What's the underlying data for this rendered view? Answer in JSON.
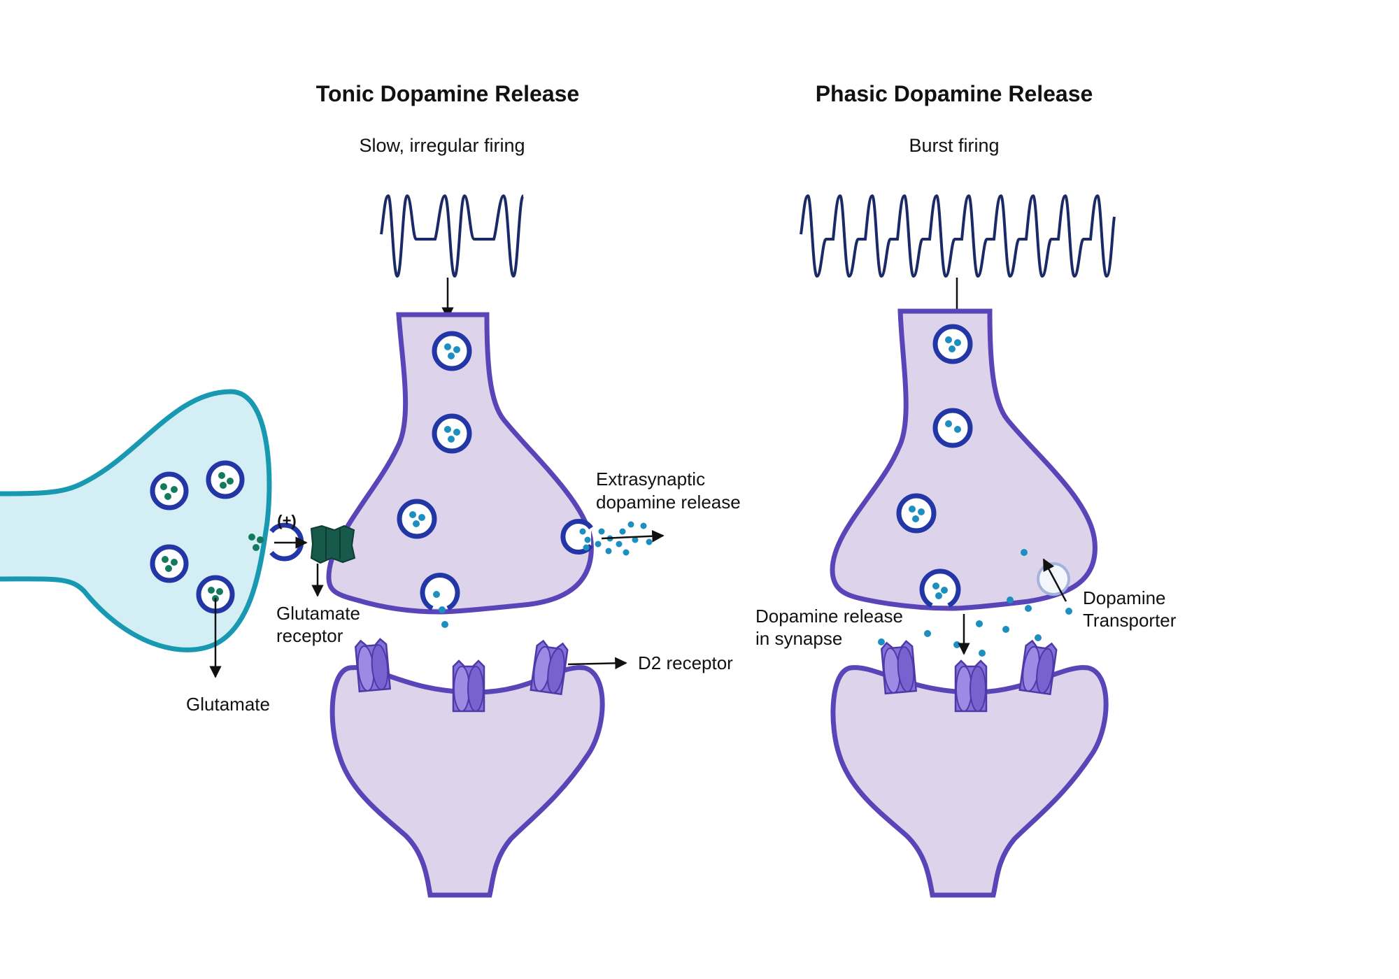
{
  "tonic": {
    "title": "Tonic Dopamine Release",
    "subtitle": "Slow, irregular firing",
    "extrasynaptic_line1": "Extrasynaptic",
    "extrasynaptic_line2": "dopamine release",
    "glutamate_receptor_line1": "Glutamate",
    "glutamate_receptor_line2": "receptor",
    "glutamate": "Glutamate",
    "plus": "(+)",
    "d2_receptor": "D2 receptor"
  },
  "phasic": {
    "title": "Phasic Dopamine Release",
    "subtitle": "Burst firing",
    "release_line1": "Dopamine release",
    "release_line2": "in synapse",
    "transporter_line1": "Dopamine",
    "transporter_line2": "Transporter"
  },
  "colors": {
    "neuron_fill": "#ddd3ea",
    "neuron_stroke": "#5a45b8",
    "glutamate_fill": "#d3eef5",
    "glutamate_stroke": "#1899b1",
    "vesicle_stroke": "#2336a6",
    "dopamine_dot": "#1c8fc0",
    "glutamate_dot": "#137a5e",
    "wave": "#1b2966",
    "receptor": "#7f6ad6",
    "glutamate_receptor": "#17594a",
    "arrow": "#111111"
  },
  "icons": [
    "neuron-terminal-icon",
    "vesicle-icon",
    "receptor-icon",
    "transporter-icon",
    "spike-train-icon"
  ]
}
